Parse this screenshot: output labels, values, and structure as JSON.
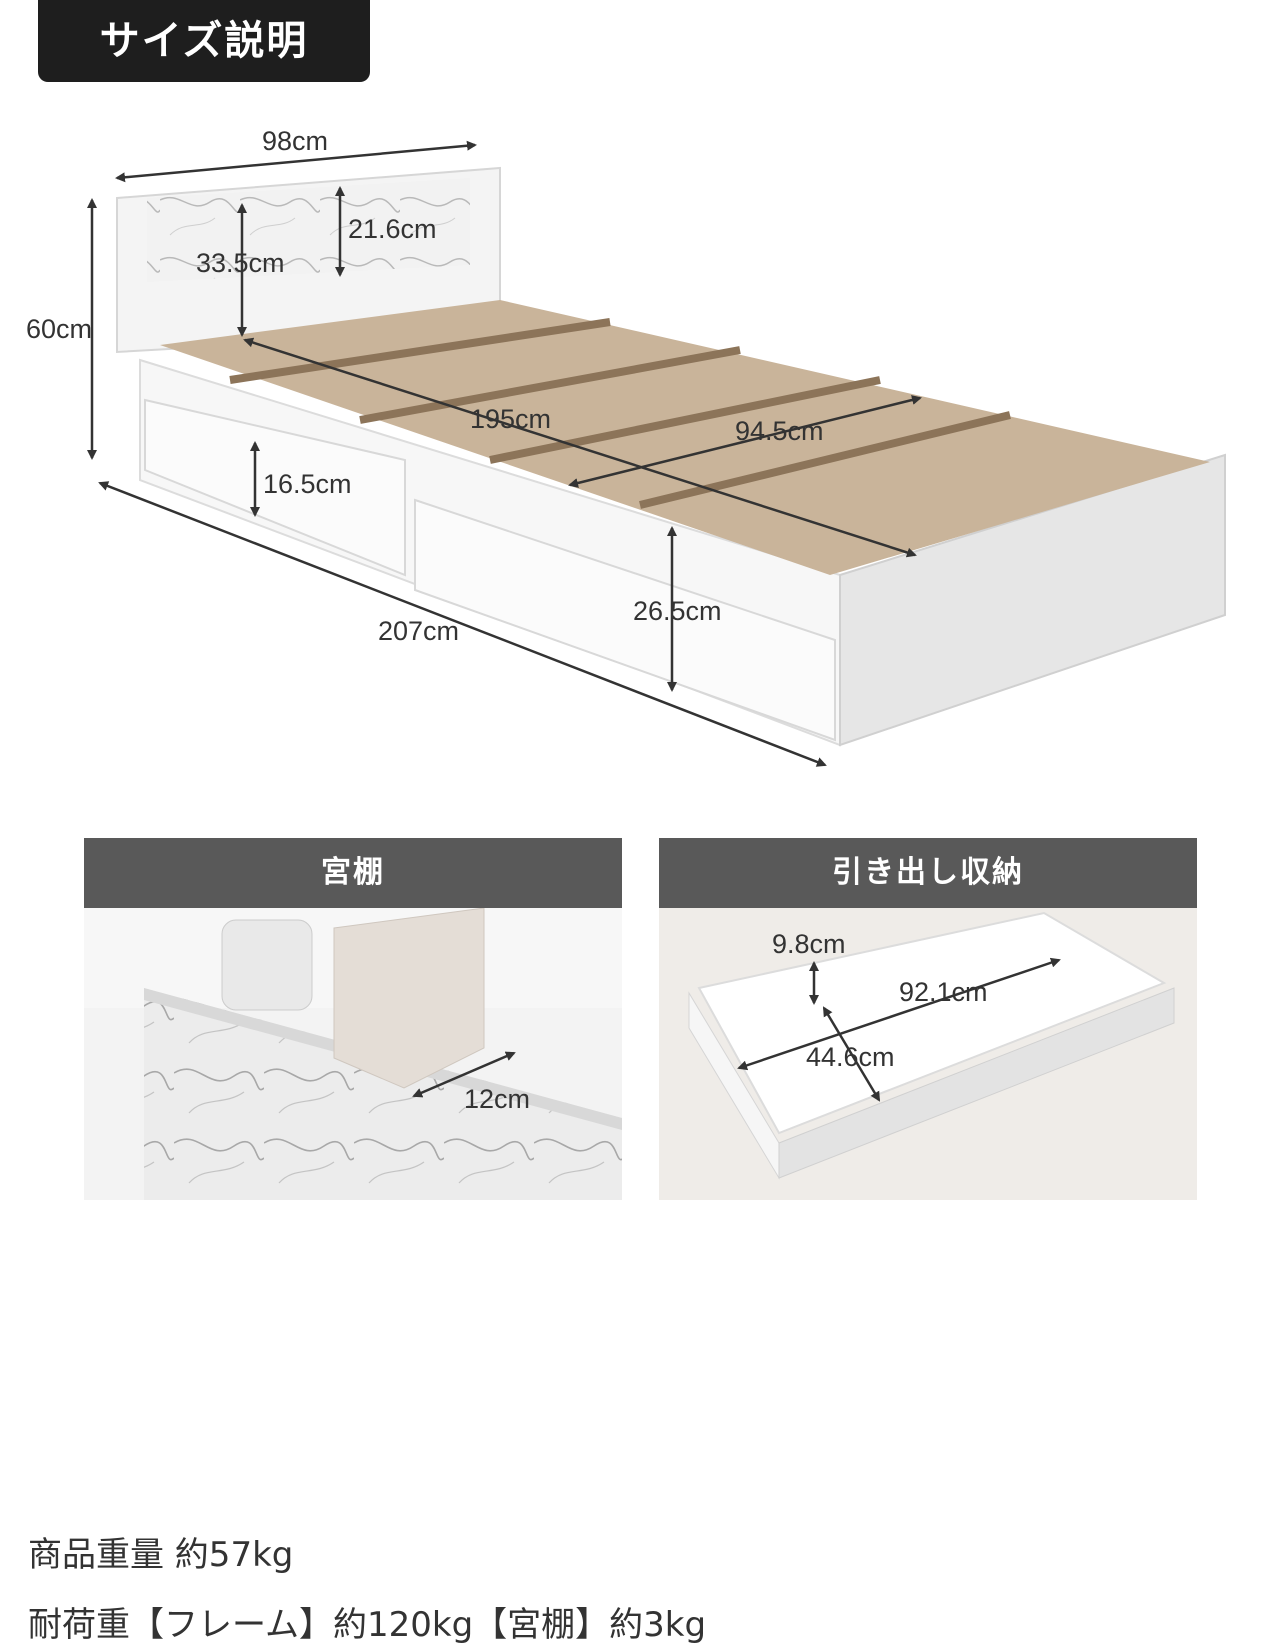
{
  "header": {
    "title": "サイズ説明"
  },
  "bed_dimensions": {
    "width": "98cm",
    "headboard_shelf_height": "21.6cm",
    "headboard_height": "33.5cm",
    "total_height": "60cm",
    "length_inner": "195cm",
    "width_inner": "94.5cm",
    "drawer_height": "16.5cm",
    "bed_height": "26.5cm",
    "total_length": "207cm"
  },
  "panels": {
    "shelf": {
      "title": "宮棚",
      "depth": "12cm"
    },
    "drawer": {
      "title": "引き出し収納",
      "height": "9.8cm",
      "length": "92.1cm",
      "width": "44.6cm"
    }
  },
  "specs": {
    "weight": "商品重量 約57kg",
    "load": "耐荷重【フレーム】約120kg【宮棚】約3kg"
  },
  "colors": {
    "title_bg": "#1e1e1e",
    "panel_header": "#595959",
    "slat": "#c9b49a"
  }
}
